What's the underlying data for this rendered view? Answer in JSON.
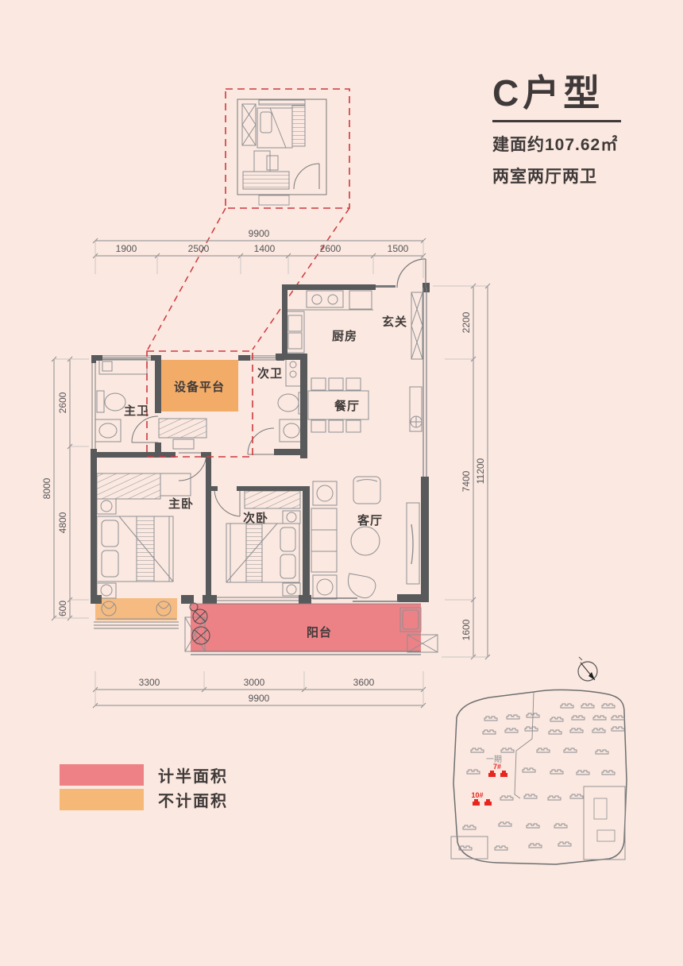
{
  "header": {
    "title": "C户型",
    "area": "建面约107.62㎡",
    "layout": "两室两厅两卫"
  },
  "rooms": {
    "entry": "玄关",
    "kitchen": "厨房",
    "second_bath": "次卫",
    "equipment": "设备平台",
    "master_bath": "主卫",
    "dining": "餐厅",
    "master_bed": "主卧",
    "second_bed": "次卧",
    "living": "客厅",
    "balcony": "阳台"
  },
  "dims": {
    "top": {
      "total": "9900",
      "segments": [
        "1900",
        "2500",
        "1400",
        "2600",
        "1500"
      ]
    },
    "bottom": {
      "total": "9900",
      "segments": [
        "3300",
        "3000",
        "3600"
      ]
    },
    "left": {
      "total": "8000",
      "segments": [
        "2600",
        "4800",
        "600"
      ]
    },
    "right": {
      "total": "11200",
      "segments": [
        "2200",
        "7400",
        "1600"
      ]
    }
  },
  "legend": {
    "items": [
      {
        "label": "计半面积",
        "color": "#ee8186"
      },
      {
        "label": "不计面积",
        "color": "#f6b877"
      }
    ]
  },
  "site": {
    "phase": "一期",
    "buildings": [
      {
        "label": "7#"
      },
      {
        "label": "10#"
      }
    ],
    "highlight_color": "#e8251f"
  },
  "colors": {
    "background": "#fbe8e0",
    "wall": "#58595b",
    "balcony_pink": "#ec8186",
    "equipment_orange": "#f2ac68",
    "bay_orange": "#f6bb80",
    "dashed_red": "#cc3a3f"
  }
}
